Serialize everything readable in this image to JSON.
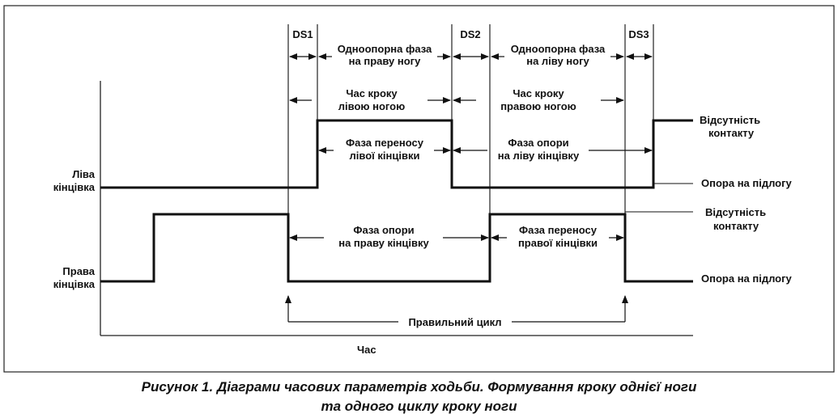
{
  "diagram": {
    "phase_labels": {
      "ds1": "DS1",
      "ds2": "DS2",
      "ds3": "DS3",
      "single_support_right": [
        "Одноопорна фаза",
        "на праву ногу"
      ],
      "single_support_left": [
        "Одноопорна фаза",
        "на ліву ногу"
      ],
      "step_time_left": [
        "Час кроку",
        "лівою ногою"
      ],
      "step_time_right": [
        "Час кроку",
        "правою ногою"
      ],
      "swing_left": [
        "Фаза переносу",
        "лівої кінцівки"
      ],
      "stance_left": [
        "Фаза опори",
        "на ліву кінцівку"
      ],
      "stance_right": [
        "Фаза опори",
        "на праву кінцівку"
      ],
      "swing_right": [
        "Фаза переносу",
        "правої кінцівки"
      ],
      "gait_cycle": "Правильний цикл"
    },
    "axis": {
      "left_limb": [
        "Ліва",
        "кінцівка"
      ],
      "right_limb": [
        "Права",
        "кінцівка"
      ],
      "time": "Час"
    },
    "states": {
      "left_no_contact": [
        "Відсутність",
        "контакту"
      ],
      "left_ground": "Опора на підлогу",
      "right_no_contact": [
        "Відсутність",
        "контакту"
      ],
      "right_ground": "Опора на підлогу"
    }
  },
  "caption": {
    "line1": "Рисунок 1. Діаграми часових параметрів ходьби. Формування кроку однієї ноги",
    "line2": "та одного циклу кроку ноги"
  }
}
